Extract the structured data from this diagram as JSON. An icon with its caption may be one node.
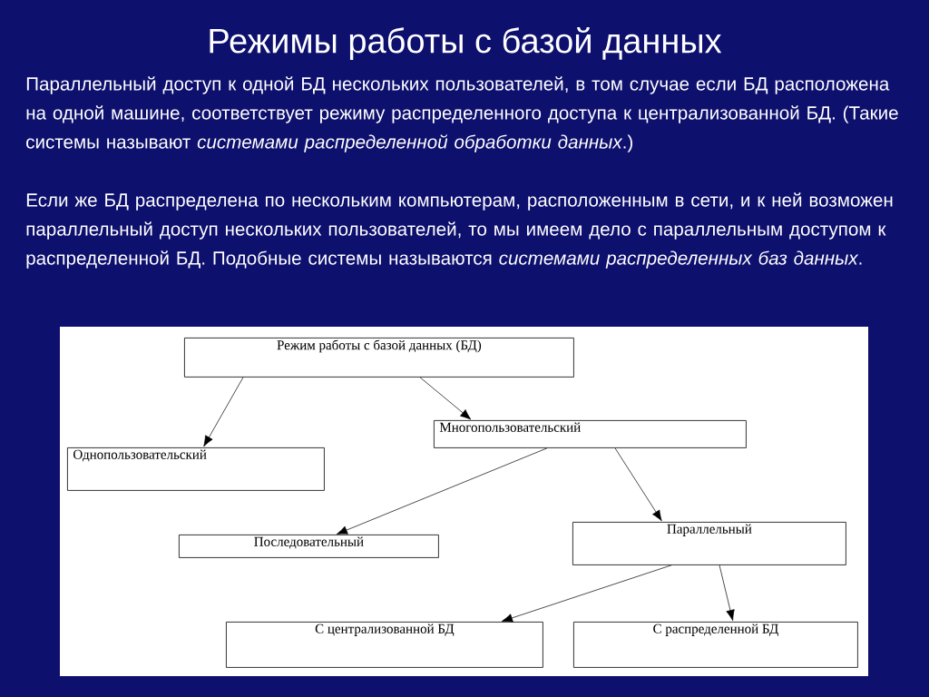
{
  "diagram": {
    "title": "Режимы работы с базой данных",
    "nodes": [
      {
        "text": [
          "Режим работы с базой данных (БД)"
        ]
      },
      {
        "text": [
          "Однопользовательский"
        ]
      },
      {
        "text": [
          "Многопользовательский"
        ]
      },
      {
        "text": [
          "Последовательный"
        ]
      },
      {
        "text": [
          "Параллельный"
        ]
      },
      {
        "text": [
          "С централизованной БД"
        ]
      },
      {
        "text": [
          "С распределенной БД"
        ]
      }
    ],
    "edges": [
      {
        "from": 0,
        "to": 1,
        "arrow": "to"
      },
      {
        "from": 0,
        "to": 2,
        "arrow": "to"
      },
      {
        "from": 2,
        "to": 3,
        "arrow": "to"
      },
      {
        "from": 2,
        "to": 4,
        "arrow": "to"
      },
      {
        "from": 4,
        "to": 5,
        "arrow": "to"
      },
      {
        "from": 4,
        "to": 6,
        "arrow": "to"
      }
    ],
    "labels": [
      "Параллельный доступ к одной БД нескольких пользователей, в том случае если БД расположена на одной машине, соответствует режиму распределенного доступа к централизованной БД. (Такие системы называют *системами распределенной обработки данных*.)",
      "Если же БД распределена по нескольким компьютерам, расположенным в сети, и к ней возможен параллельный доступ нескольких пользователей, то мы имеем дело с параллельным доступом к распределенной БД. Подобные системы называются *системами распределенных баз данных*."
    ]
  }
}
